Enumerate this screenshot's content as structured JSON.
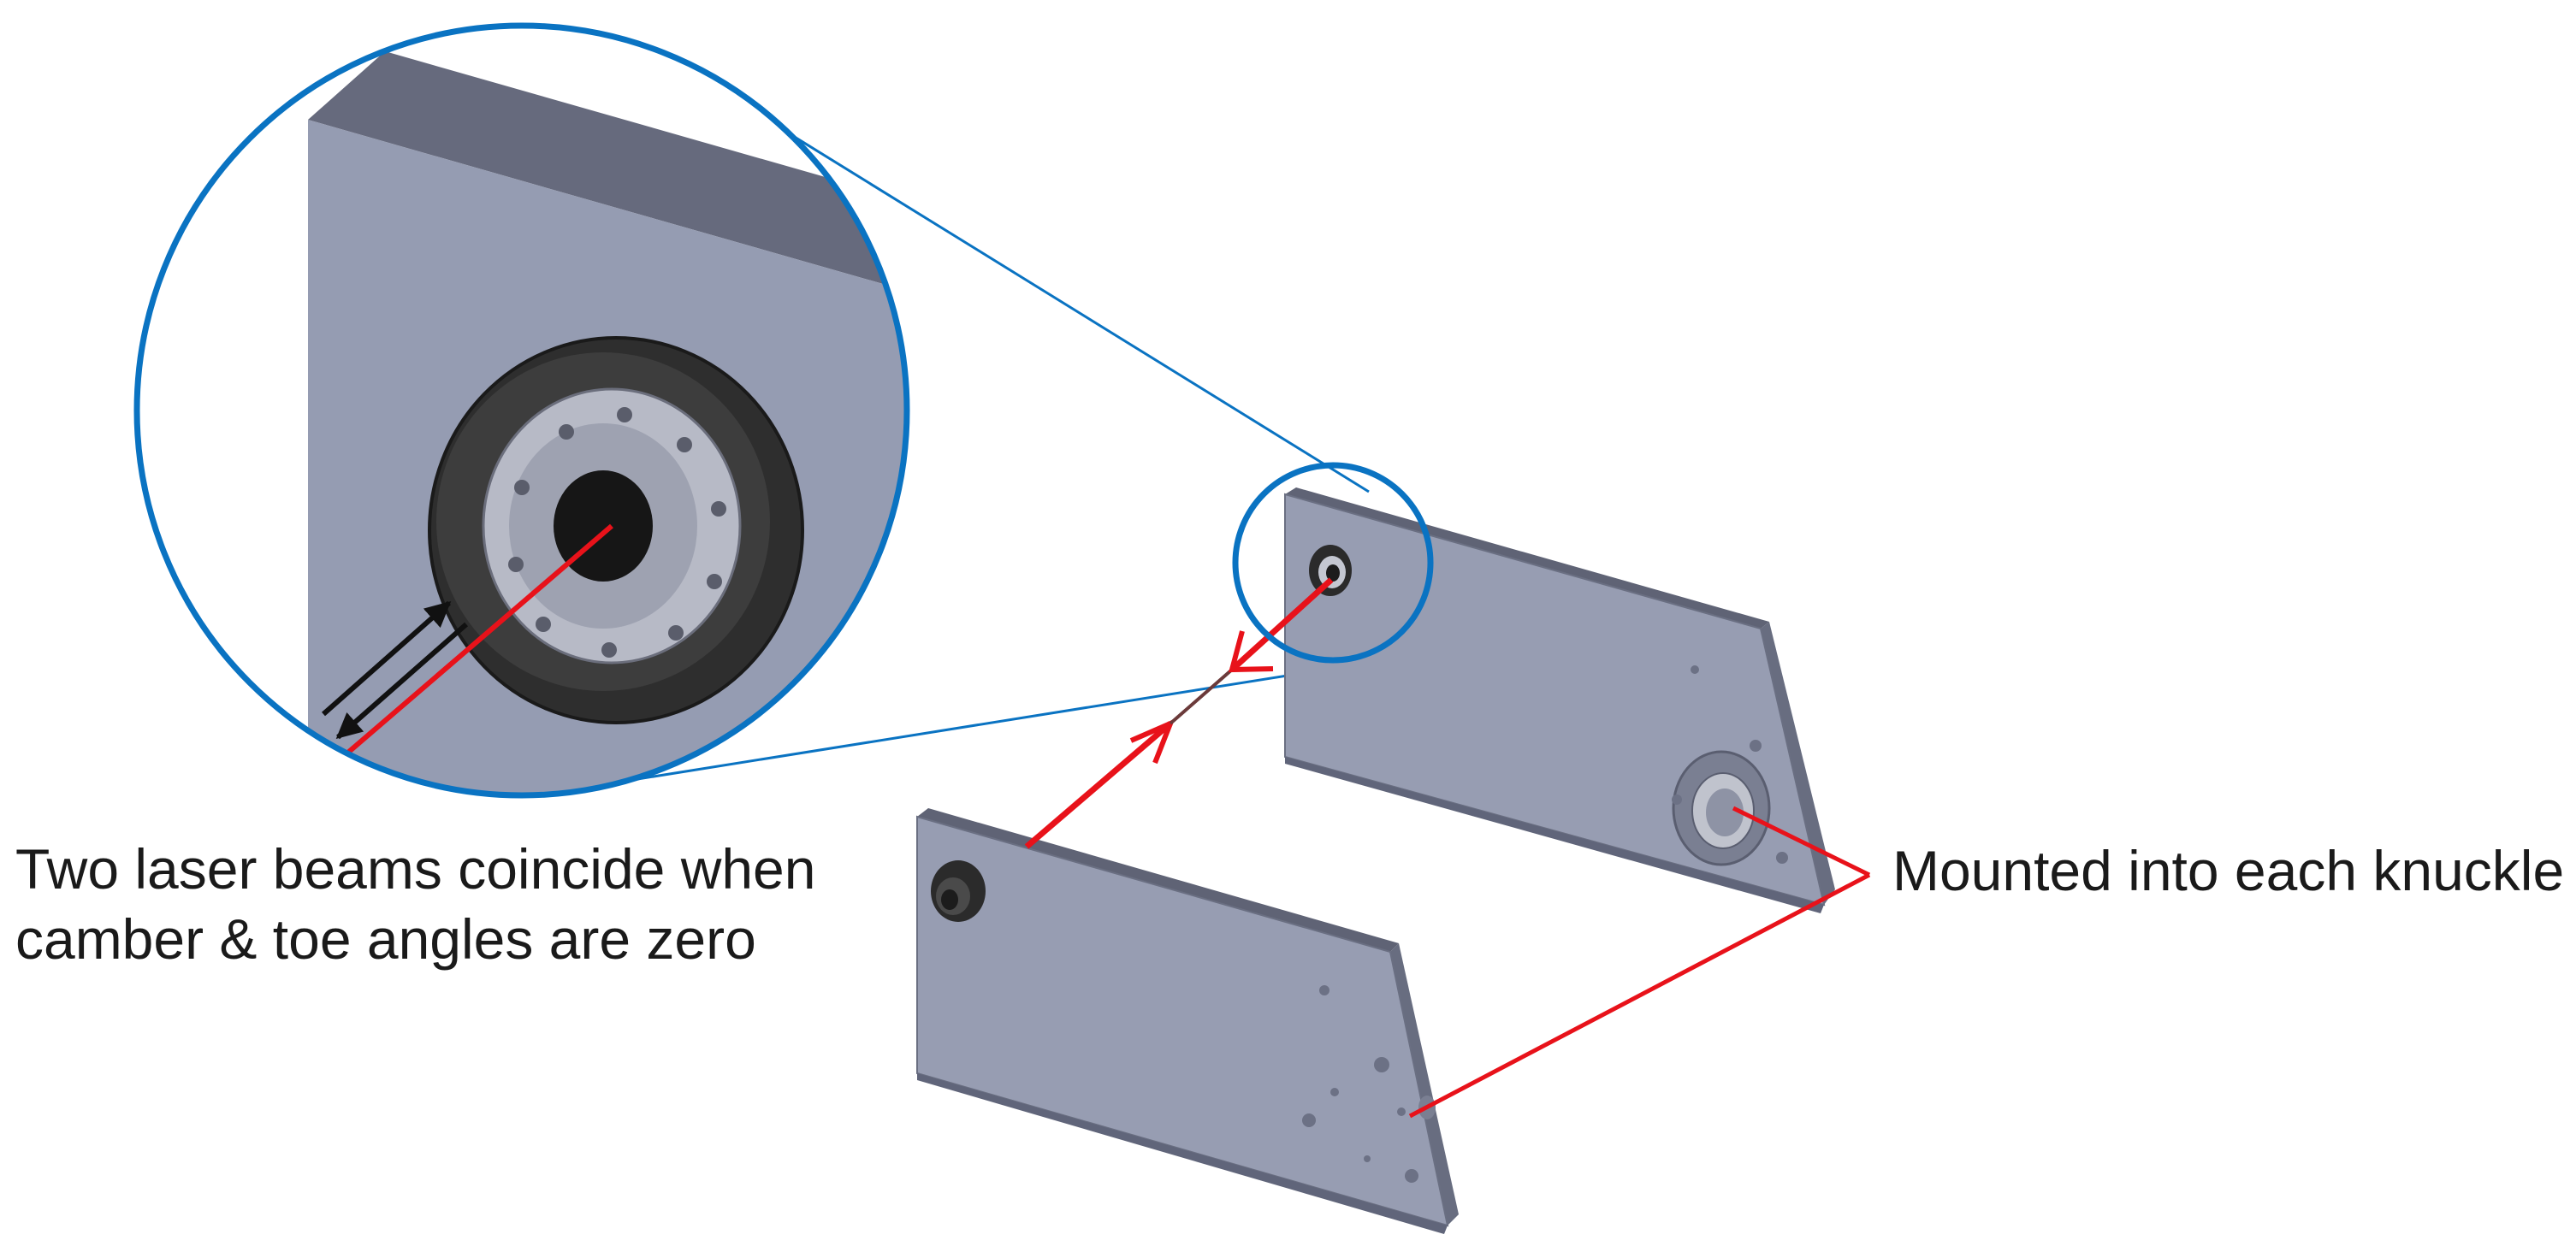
{
  "annotations": {
    "laser_note_line1": "Two laser beams coincide when",
    "laser_note_line2": "camber & toe angles are zero",
    "mount_note": "Mounted into each knuckle"
  },
  "colors": {
    "plate_face": "#979db2",
    "plate_edge": "#686d80",
    "plate_top": "#5f6375",
    "bearing_dark": "#2b2b2b",
    "bearing_ring": "#b9bcc7",
    "laser": "#e8121a",
    "callout": "#0a73c2",
    "text": "#1a1a1a"
  }
}
